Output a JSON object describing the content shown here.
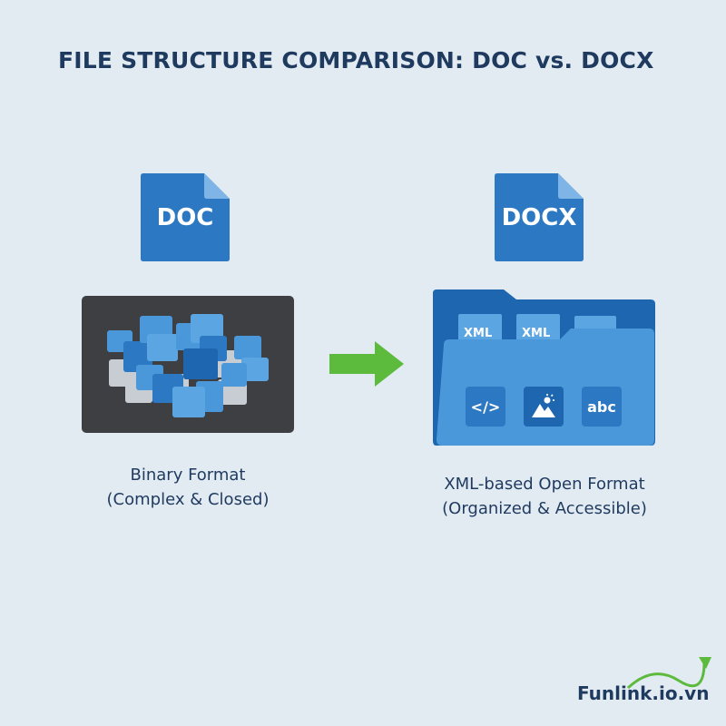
{
  "title": "FILE STRUCTURE COMPARISON: DOC vs. DOCX",
  "doc": {
    "file_label": "DOC",
    "caption_line1": "Binary Format",
    "caption_line2": "(Complex & Closed)"
  },
  "docx": {
    "file_label": "DOCX",
    "xml_tab_label": "XML",
    "tiles": [
      "</>",
      "image-icon",
      "abc"
    ],
    "caption_line1": "XML-based Open Format",
    "caption_line2": "(Organized & Accessible)"
  },
  "brand": {
    "name": "Funlink.io.vn"
  },
  "icons": {
    "doc_file": "document-file-icon",
    "docx_file": "document-file-icon",
    "binary": "binary-blocks-icon",
    "arrow": "right-arrow-icon",
    "folder": "open-folder-icon",
    "code": "code-icon",
    "image": "image-icon",
    "logo_swoosh": "trend-arrow-icon"
  },
  "colors": {
    "background": "#e3ebf2",
    "title": "#1f3a5f",
    "file_blue": "#2d78c2",
    "panel_dark": "#3d3f43",
    "arrow_green": "#5cba3c",
    "folder_blue": "#4a98d9"
  }
}
